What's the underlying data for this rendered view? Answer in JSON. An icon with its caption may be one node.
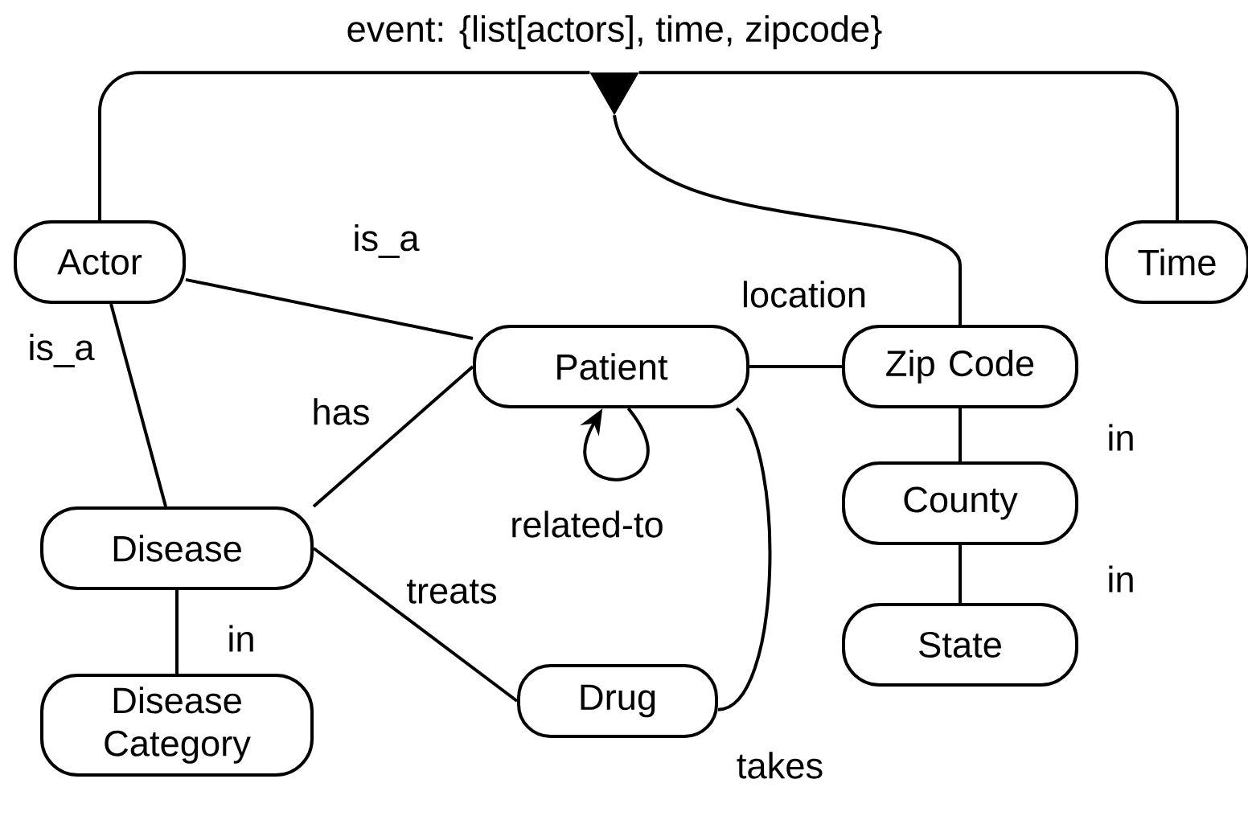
{
  "diagram": {
    "nodes": [
      {
        "text": [
          "Actor"
        ]
      },
      {
        "text": [
          "Time"
        ]
      },
      {
        "text": [
          "Patient"
        ]
      },
      {
        "text": [
          "Zip Code"
        ]
      },
      {
        "text": [
          "County"
        ]
      },
      {
        "text": [
          "State"
        ]
      },
      {
        "text": [
          "Disease"
        ]
      },
      {
        "text": [
          "Disease Category"
        ]
      },
      {
        "text": [
          "Drug"
        ]
      },
      {
        "text": [],
        "shape": "triangle",
        "beside": [
          "event: {list[actors], time, zipcode}"
        ]
      }
    ],
    "edges": [
      {
        "from": 0,
        "to": 2,
        "arrow": "none",
        "label": "is_a"
      },
      {
        "from": 0,
        "to": 6,
        "arrow": "none",
        "label": "is_a"
      },
      {
        "from": 6,
        "to": 2,
        "arrow": "none",
        "label": "has"
      },
      {
        "from": 2,
        "to": 2,
        "arrow": "to",
        "label": "related-to"
      },
      {
        "from": 2,
        "to": 3,
        "arrow": "none",
        "label": "location"
      },
      {
        "from": 3,
        "to": 4,
        "arrow": "none",
        "label": "in"
      },
      {
        "from": 4,
        "to": 5,
        "arrow": "none",
        "label": "in"
      },
      {
        "from": 6,
        "to": 7,
        "arrow": "none",
        "label": "in"
      },
      {
        "from": 6,
        "to": 8,
        "arrow": "none",
        "label": "treats"
      },
      {
        "from": 2,
        "to": 8,
        "arrow": "none",
        "label": "takes"
      },
      {
        "from": 0,
        "to": 9,
        "arrow": "none"
      },
      {
        "from": 1,
        "to": 9,
        "arrow": "none"
      },
      {
        "from": 3,
        "to": 9,
        "arrow": "none"
      }
    ]
  }
}
